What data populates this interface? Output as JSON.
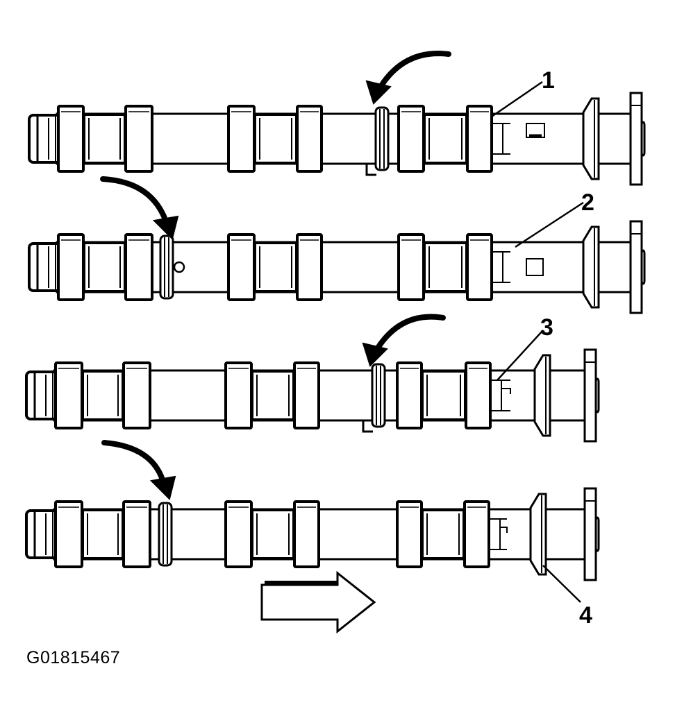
{
  "diagram": {
    "figure_id": "G01815467",
    "callouts": [
      {
        "label": "1"
      },
      {
        "label": "2"
      },
      {
        "label": "3"
      },
      {
        "label": "4"
      }
    ],
    "direction_icon": "right-arrow-icon",
    "rotation_icon": "curved-arrow-icon",
    "line_color": "#000000",
    "fill_color": "#ffffff"
  }
}
